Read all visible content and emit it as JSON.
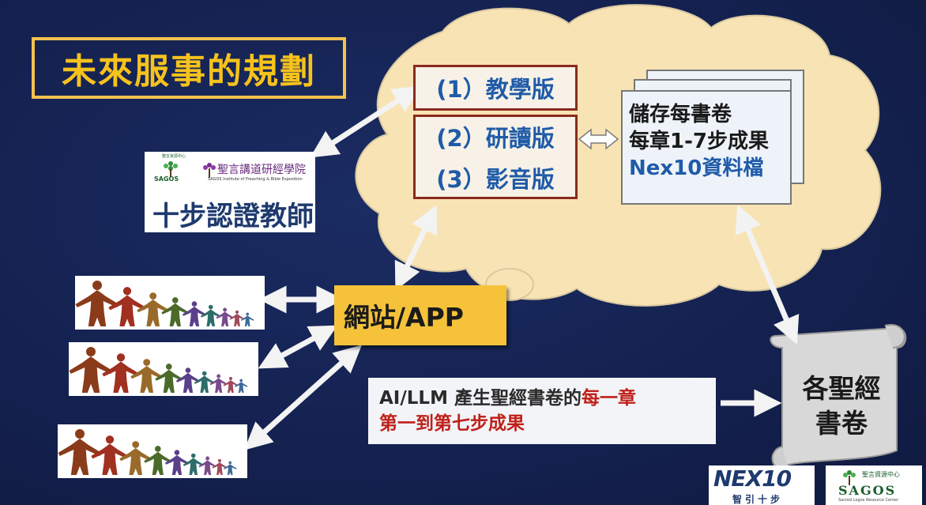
{
  "title": "未來服事的規劃",
  "versions": {
    "teaching": "(1）教學版",
    "study": "(2）研讀版",
    "media": "(3）影音版"
  },
  "storage": {
    "line1": "儲存每書卷",
    "line2": "每章1-7步成果",
    "line3": "Nex10資料檔"
  },
  "certification": {
    "org_small_left": "聖言資源中心",
    "org_small_left_en": "SAGOS",
    "institute_name": "聖言講道研經學院",
    "institute_en": "SAGOS Institute of Preaching & Bible Exposition",
    "title": "十步認證教師"
  },
  "app": {
    "label": "網站/APP"
  },
  "ai_note": {
    "line1_plain": "AI/LLM 產生聖經書卷的",
    "line1_highlight": "每一章",
    "line2": "第一到第七步成果"
  },
  "scroll": {
    "line1": "各聖經",
    "line2": "書卷"
  },
  "logos": {
    "nex_text": "NEX10",
    "nex_sub": "智引十步",
    "sagos_cn": "聖言資源中心",
    "sagos_en": "SAGOS",
    "sagos_sub": "Sacred Logos Resource Center"
  },
  "colors": {
    "background": "#14214f",
    "title": "#f6c21c",
    "version_text": "#1f5ba8",
    "highlight_red": "#c0201a",
    "cloud": "#f8e3b4",
    "app_box": "#f5c23a"
  }
}
